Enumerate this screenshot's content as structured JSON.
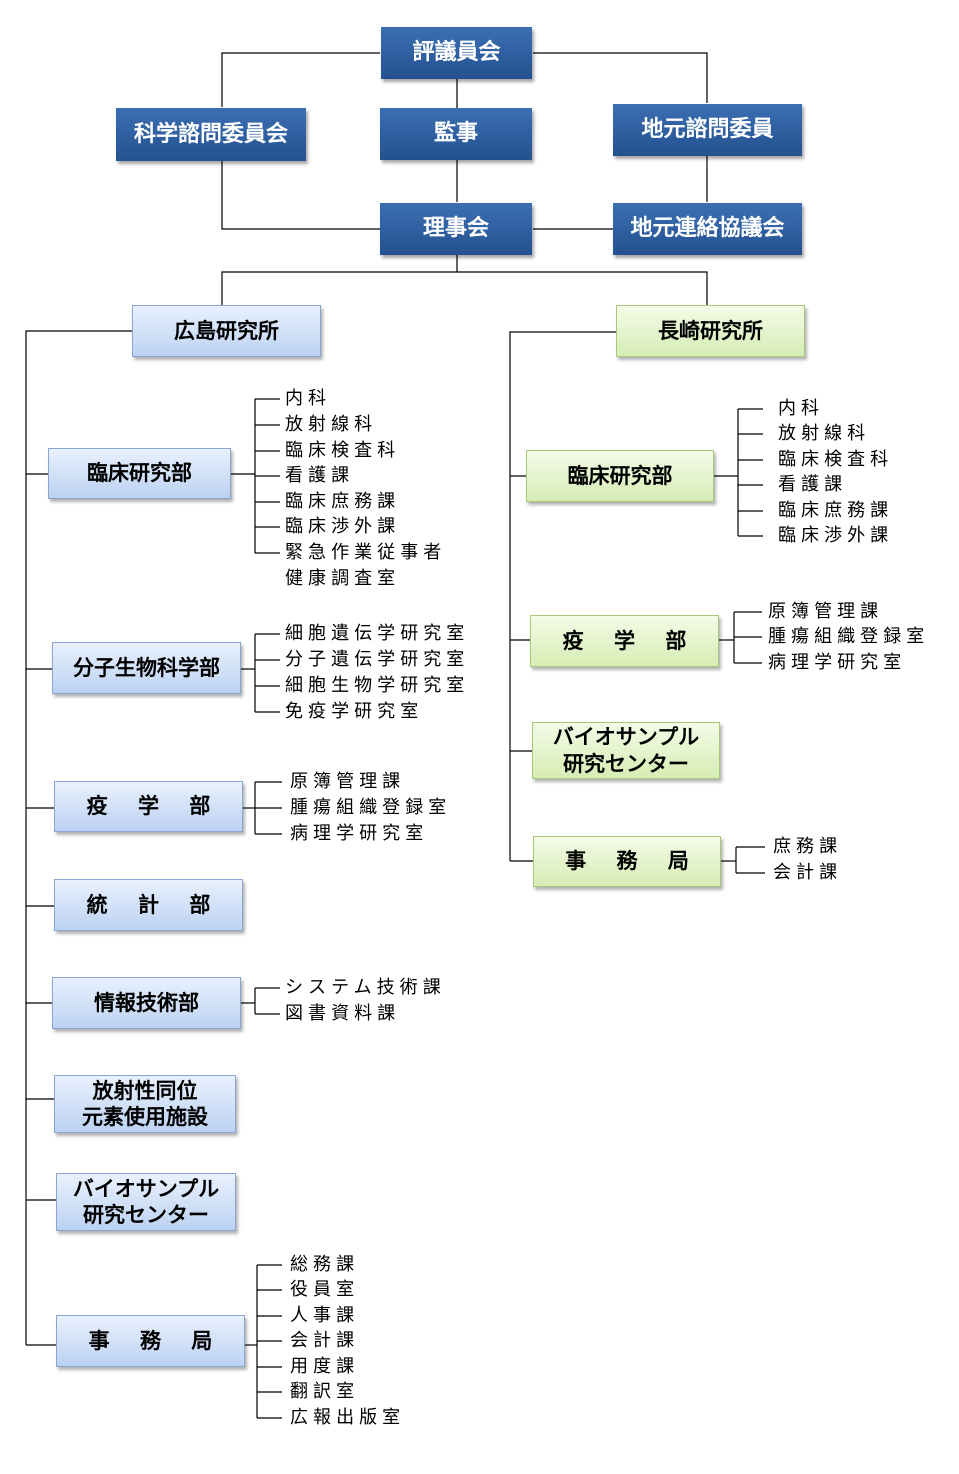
{
  "top": {
    "council": "評議員会",
    "science_advisory": "科学諮問委員会",
    "auditor": "監事",
    "local_advisory": "地元諮問委員",
    "board": "理事会",
    "local_liaison": "地元連絡協議会"
  },
  "hiroshima": {
    "name": "広島研究所",
    "clinical": {
      "name": "臨床研究部",
      "items": [
        "内科",
        "放射線科",
        "臨床検査科",
        "看護課",
        "臨床庶務課",
        "臨床渉外課",
        "緊急作業従事者",
        "健康調査室"
      ]
    },
    "molecular": {
      "name": "分子生物科学部",
      "items": [
        "細胞遺伝学研究室",
        "分子遺伝学研究室",
        "細胞生物学研究室",
        "免疫学研究室"
      ]
    },
    "epidemiology": {
      "name": "疫 学 部",
      "items": [
        "原簿管理課",
        "腫瘍組織登録室",
        "病理学研究室"
      ]
    },
    "statistics": {
      "name": "統 計 部"
    },
    "it": {
      "name": "情報技術部",
      "items": [
        "システム技術課",
        "図書資料課"
      ]
    },
    "radioisotope": {
      "line1": "放射性同位",
      "line2": "元素使用施設"
    },
    "biosample": {
      "line1": "バイオサンプル",
      "line2": "研究センター"
    },
    "secretariat": {
      "name": "事 務 局",
      "items": [
        "総務課",
        "役員室",
        "人事課",
        "会計課",
        "用度課",
        "翻訳室",
        "広報出版室"
      ]
    }
  },
  "nagasaki": {
    "name": "長崎研究所",
    "clinical": {
      "name": "臨床研究部",
      "items": [
        "内科",
        "放射線科",
        "臨床検査科",
        "看護課",
        "臨床庶務課",
        "臨床渉外課"
      ]
    },
    "epidemiology": {
      "name": "疫 学 部",
      "items": [
        "原簿管理課",
        "腫瘍組織登録室",
        "病理学研究室"
      ]
    },
    "biosample": {
      "line1": "バイオサンプル",
      "line2": "研究センター"
    },
    "secretariat": {
      "name": "事 務 局",
      "items": [
        "庶務課",
        "会計課"
      ]
    }
  }
}
